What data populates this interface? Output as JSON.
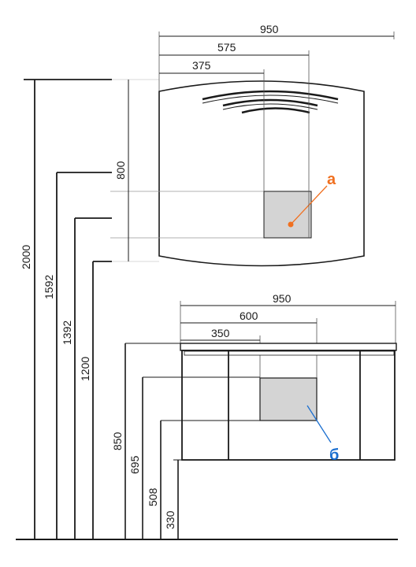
{
  "mirror": {
    "width_label": "950",
    "offset_575_label": "575",
    "offset_375_label": "375",
    "height_label": "800",
    "callout_label": "а"
  },
  "cabinet": {
    "width_label": "950",
    "offset_600_label": "600",
    "offset_350_label": "350",
    "callout_label": "б"
  },
  "heights": {
    "h2000": "2000",
    "h1592": "1592",
    "h1392": "1392",
    "h1200": "1200",
    "h850": "850",
    "h695": "695",
    "h508": "508",
    "h330": "330"
  },
  "colors": {
    "line": "#1a1a1a",
    "thin": "#555555",
    "fill_gray": "#d4d4d4",
    "callout_a": "#f07020",
    "callout_b": "#1b6fd0"
  }
}
